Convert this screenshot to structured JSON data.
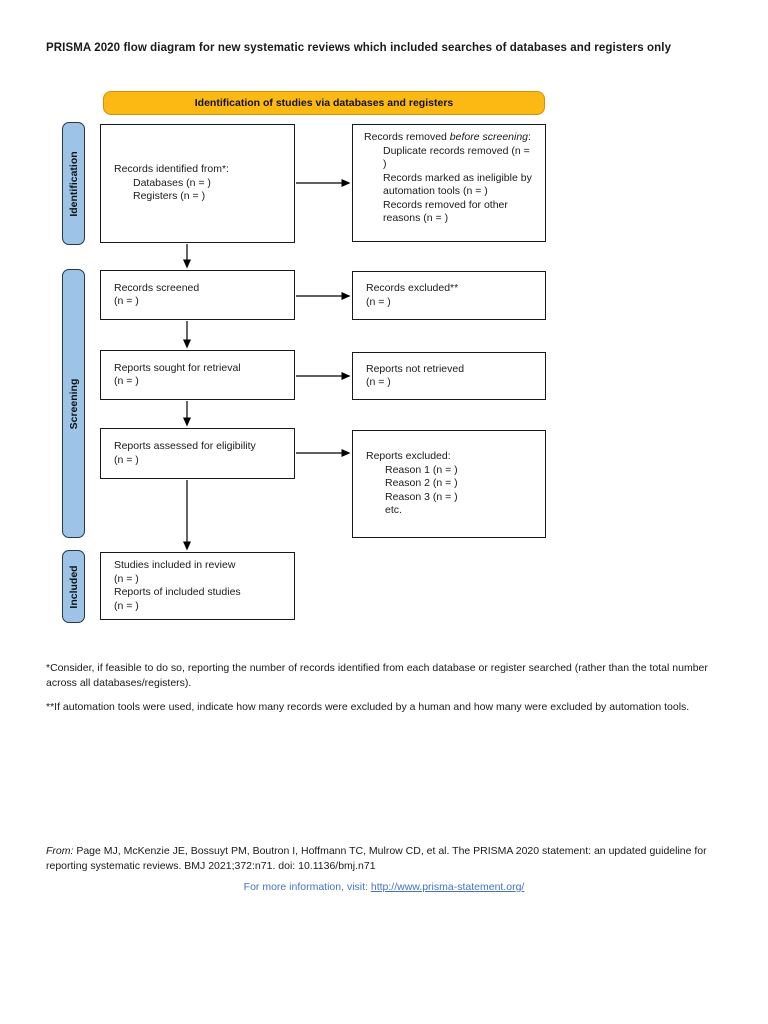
{
  "page": {
    "title": "PRISMA 2020 flow diagram for new systematic reviews which included searches of databases and registers only"
  },
  "banner": {
    "label": "Identification of studies via databases and registers"
  },
  "stages": {
    "identification": "Identification",
    "screening": "Screening",
    "included": "Included"
  },
  "boxes": {
    "records_identified": {
      "title": "Records identified from*:",
      "items": [
        "Databases (n = )",
        "Registers (n = )"
      ]
    },
    "records_removed": {
      "intro_prefix": "Records removed ",
      "intro_italic": "before screening",
      "intro_suffix": ":",
      "items": [
        "Duplicate records removed (n = )",
        "Records marked as ineligible by automation tools (n = )",
        "Records removed for other reasons (n = )"
      ]
    },
    "records_screened": {
      "line1": "Records screened",
      "line2": "(n = )"
    },
    "records_excluded": {
      "line1": "Records excluded**",
      "line2": "(n = )"
    },
    "reports_sought": {
      "line1": "Reports sought for retrieval",
      "line2": "(n = )"
    },
    "reports_not_retrieved": {
      "line1": "Reports not retrieved",
      "line2": "(n = )"
    },
    "reports_assessed": {
      "line1": "Reports assessed for eligibility",
      "line2": "(n = )"
    },
    "reports_excluded": {
      "title": "Reports excluded:",
      "items": [
        "Reason 1 (n = )",
        "Reason 2 (n = )",
        "Reason 3 (n = )",
        "etc."
      ]
    },
    "studies_included": {
      "lines": [
        "Studies included in review",
        "(n = )",
        "Reports of included studies",
        "(n = )"
      ]
    }
  },
  "footnotes": {
    "first": "*Consider, if feasible to do so, reporting the number of records identified from each database or register searched (rather than the total number across all databases/registers).",
    "second": "**If automation tools were used, indicate how many records were excluded by a human and how many were excluded by automation tools."
  },
  "citation": {
    "from_label": "From:",
    "text": "  Page MJ, McKenzie JE, Bossuyt PM, Boutron I, Hoffmann TC, Mulrow CD, et al. The PRISMA 2020 statement: an updated guideline for reporting systematic reviews. BMJ 2021;372:n71. doi: 10.1136/bmj.n71"
  },
  "info": {
    "prefix": "For more information, visit: ",
    "link": "http://www.prisma-statement.org/"
  },
  "colors": {
    "banner_fill": "#FDB913",
    "banner_border": "#D98E00",
    "stage_fill": "#9DC3E6",
    "stage_border": "#26374C",
    "link": "#4472C4",
    "box_border": "#1A1A1A"
  }
}
